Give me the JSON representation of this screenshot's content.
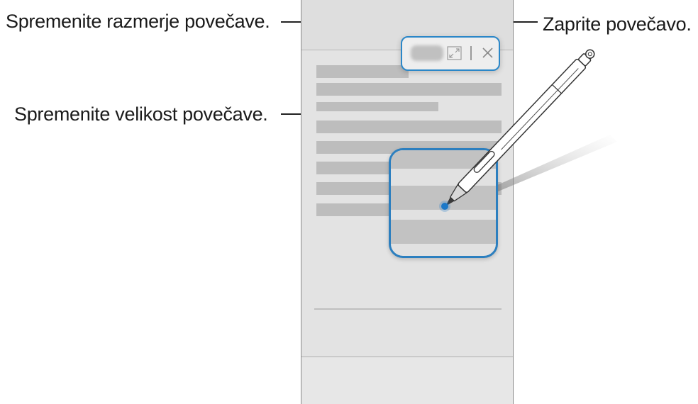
{
  "callouts": {
    "ratio": "Spremenite razmerje povečave.",
    "close": "Zaprite povečavo.",
    "size": "Spremenite velikost povečave."
  },
  "icons": {
    "resize": "resize-icon",
    "close": "close-icon",
    "pen": "s-pen-icon"
  },
  "colors": {
    "accent": "#2b87c8"
  }
}
